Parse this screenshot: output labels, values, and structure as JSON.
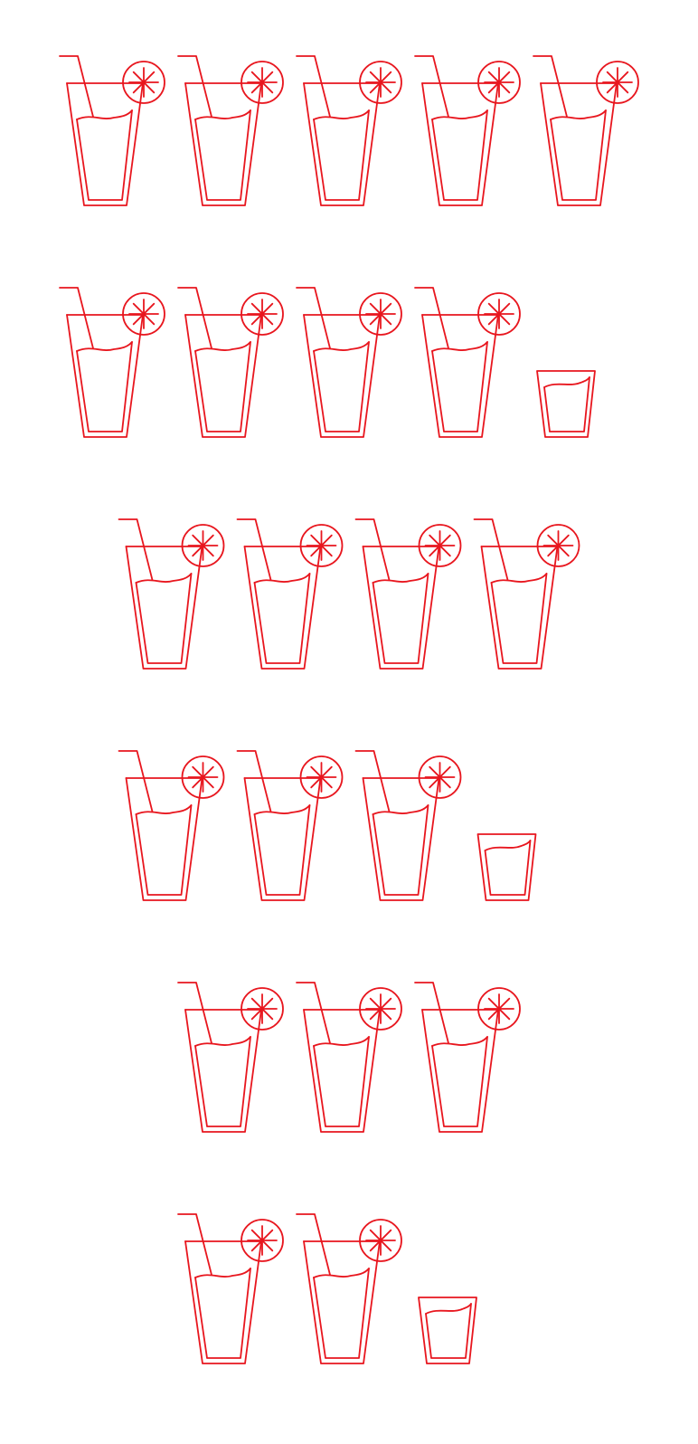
{
  "chart_data": {
    "type": "pictogram",
    "icon": "cocktail-glass-icon",
    "icon_color": "#e8161e",
    "rows": [
      {
        "value": 5
      },
      {
        "value": 4.5
      },
      {
        "value": 4
      },
      {
        "value": 3.5
      },
      {
        "value": 3
      },
      {
        "value": 2.5
      }
    ],
    "title": "",
    "xlabel": "",
    "ylabel": "",
    "grid": false,
    "legend": "none"
  }
}
